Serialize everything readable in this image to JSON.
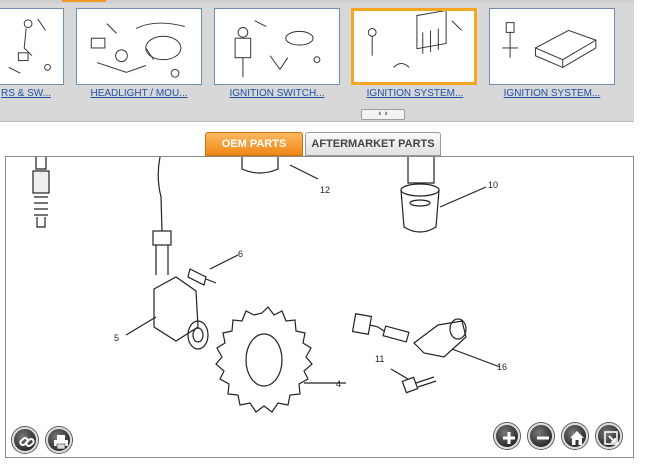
{
  "thumbnails": [
    {
      "label": "RS & SW...",
      "selected": false
    },
    {
      "label": "HEADLIGHT / MOU...",
      "selected": false
    },
    {
      "label": "IGNITION SWITCH...",
      "selected": false
    },
    {
      "label": "IGNITION SYSTEM...",
      "selected": true
    },
    {
      "label": "IGNITION SYSTEM...",
      "selected": false
    }
  ],
  "scroller_label": "‹ ›",
  "tabs": {
    "oem": "OEM PARTS",
    "aftermarket": "AFTERMARKET PARTS",
    "active": "oem"
  },
  "diagram": {
    "callouts": [
      "12",
      "10",
      "6",
      "5",
      "4",
      "11",
      "16"
    ]
  },
  "controls": {
    "link": "link-icon",
    "print": "print-icon",
    "zoom_in": "plus-icon",
    "zoom_out": "minus-icon",
    "home": "home-icon",
    "fullscreen": "expand-icon"
  },
  "colors": {
    "accent": "#f59a23",
    "link": "#1f4fa8"
  }
}
